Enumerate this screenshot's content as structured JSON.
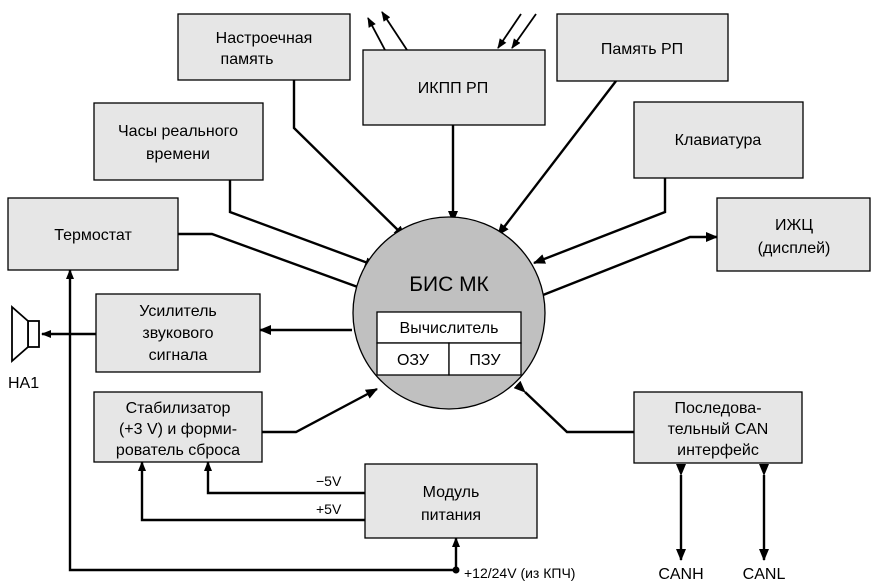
{
  "blocks": {
    "tuning_memory": [
      "Настроечная",
      "память"
    ],
    "ikpp": "ИКПП РП",
    "memory_rp": "Память РП",
    "rtc": [
      "Часы реального",
      "времени"
    ],
    "keyboard": "Клавиатура",
    "thermostat": "Термостат",
    "lcd": [
      "ИЖЦ",
      "(дисплей)"
    ],
    "amplifier": [
      "Усилитель",
      "звукового",
      "сигнала"
    ],
    "stabilizer": [
      "Стабилизатор",
      "(+3 V) и форми-",
      "рователь сброса"
    ],
    "serial_can": [
      "Последова-",
      "тельный CAN",
      "интерфейс"
    ],
    "power_module": [
      "Модуль",
      "питания"
    ]
  },
  "mcu": {
    "title": "БИС МК",
    "calculator": "Вычислитель",
    "ram": "ОЗУ",
    "rom": "ПЗУ"
  },
  "labels": {
    "speaker": "HA1",
    "minus5": "−5V",
    "plus5": "+5V",
    "supply": "+12/24V (из КПЧ)",
    "canh": "CANH",
    "canl": "CANL"
  }
}
